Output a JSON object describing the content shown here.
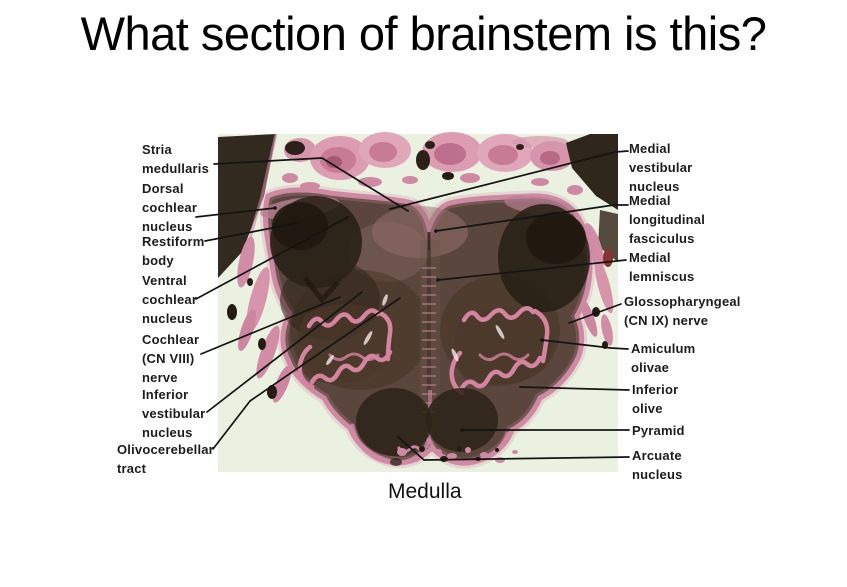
{
  "slide": {
    "title": "What section of brainstem is this?",
    "caption": "Medulla"
  },
  "figure": {
    "left_labels": [
      {
        "name": "Stria medullaris",
        "text": "Stria\nmedullaris"
      },
      {
        "name": "Dorsal cochlear nucleus",
        "text": "Dorsal\ncochlear\nnucleus"
      },
      {
        "name": "Restiform body",
        "text": "Restiform\nbody"
      },
      {
        "name": "Ventral cochlear nucleus",
        "text": "Ventral\ncochlear\nnucleus"
      },
      {
        "name": "Cochlear (CN VIII) nerve",
        "text": "Cochlear\n(CN VIII)\nnerve"
      },
      {
        "name": "Inferior vestibular nucleus",
        "text": "Inferior\nvestibular\nnucleus"
      },
      {
        "name": "Olivocerebellar tract",
        "text": "Olivocerebellar\ntract"
      }
    ],
    "right_labels": [
      {
        "name": "Medial vestibular nucleus",
        "text": "Medial\nvestibular\nnucleus"
      },
      {
        "name": "Medial longitudinal fasciculus",
        "text": "Medial\nlongitudinal\nfasciculus"
      },
      {
        "name": "Medial lemniscus",
        "text": "Medial\nlemniscus"
      },
      {
        "name": "Glossopharyngeal (CN IX) nerve",
        "text": "Glossopharyngeal\n(CN IX) nerve"
      },
      {
        "name": "Amiculum olivae",
        "text": "Amiculum\nolivae"
      },
      {
        "name": "Inferior olive",
        "text": "Inferior\nolive"
      },
      {
        "name": "Pyramid",
        "text": "Pyramid"
      },
      {
        "name": "Arcuate nucleus",
        "text": "Arcuate\nnucleus"
      }
    ],
    "colors": {
      "photo_background": "#eaf1e0",
      "tissue_pink": "#cf8aa3",
      "tissue_dark": "#342a1e",
      "leader_line": "#141414"
    }
  }
}
